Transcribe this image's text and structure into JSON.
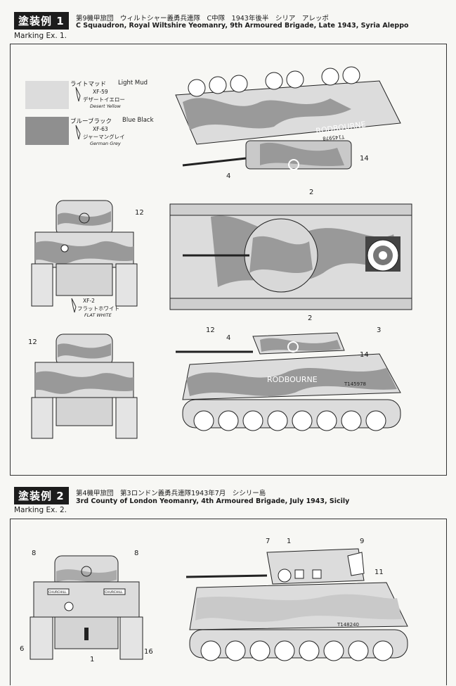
{
  "ex1": {
    "badge": "塗装例 1",
    "title_jp": "第9機甲旅団　ウィルトシャー義勇兵連隊　C中隊　1943年後半　シリア　アレッポ",
    "title_en": "C Squaudron, Royal Wiltshire Yeomanry, 9th Armoured Brigade, Late 1943, Syria Aleppo",
    "subtitle": "Marking Ex. 1.",
    "colors": [
      {
        "jp": "ライトマッド",
        "en": "Light Mud",
        "code": "XF-59",
        "code_jp": "デザートイエロー",
        "code_en": "Desert Yellow",
        "hex": "#dcdcdc"
      },
      {
        "jp": "ブルーブラック",
        "en": "Blue Black",
        "code": "XF-63",
        "code_jp": "ジャーマングレイ",
        "code_en": "German Grey",
        "hex": "#8f8f8f"
      }
    ],
    "flat_white": {
      "code": "XF-2",
      "jp": "フラットホワイト",
      "en": "FLAT WHITE"
    },
    "markings": {
      "name": "RODBOURNE",
      "serial": "T145978"
    },
    "callouts": {
      "top_4": "4",
      "top_2": "2",
      "top_14": "14",
      "front_12": "12",
      "plan_12": "12",
      "plan_3": "3",
      "rear_12": "12",
      "side_2": "2",
      "side_4": "4",
      "side_14": "14"
    }
  },
  "ex2": {
    "badge": "塗装例 2",
    "title_jp": "第4機甲旅団　第3ロンドン義勇兵連隊1943年7月　シシリー島",
    "title_en": "3rd County of London Yeomanry, 4th Armoured Brigade, July 1943, Sicily",
    "subtitle": "Marking Ex. 2.",
    "markings": {
      "serial": "T148240",
      "plate": "CHURCHILL"
    },
    "callouts": {
      "front_8a": "8",
      "front_8b": "8",
      "front_6": "6",
      "front_1": "1",
      "front_16": "16",
      "side_7": "7",
      "side_1": "1",
      "side_9": "9",
      "side_11": "11"
    }
  }
}
